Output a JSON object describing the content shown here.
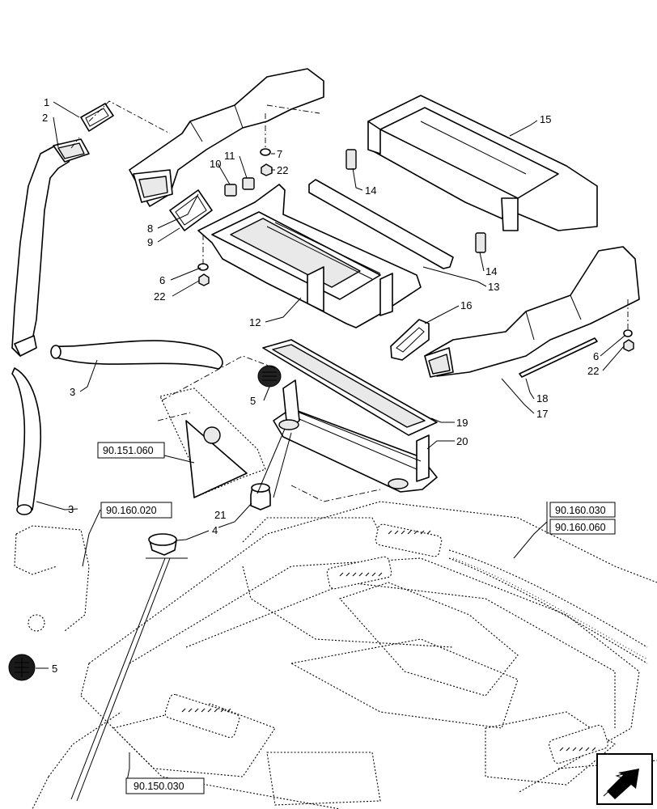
{
  "callouts": {
    "c1": "1",
    "c2": "2",
    "c3a": "3",
    "c3b": "3",
    "c4": "4",
    "c5a": "5",
    "c5b": "5",
    "c6a": "6",
    "c6b": "6",
    "c7": "7",
    "c8": "8",
    "c9": "9",
    "c10": "10",
    "c11": "11",
    "c12": "12",
    "c13": "13",
    "c14a": "14",
    "c14b": "14",
    "c15": "15",
    "c16": "16",
    "c17": "17",
    "c18": "18",
    "c19": "19",
    "c20": "20",
    "c21": "21",
    "c22a": "22",
    "c22b": "22",
    "c22c": "22"
  },
  "references": {
    "r1": "90.151.060",
    "r2": "90.160.020",
    "r3": "90.160.030",
    "r4": "90.160.060",
    "r5": "90.150.030"
  },
  "icons": {
    "nav": "navigation-arrow-icon"
  }
}
